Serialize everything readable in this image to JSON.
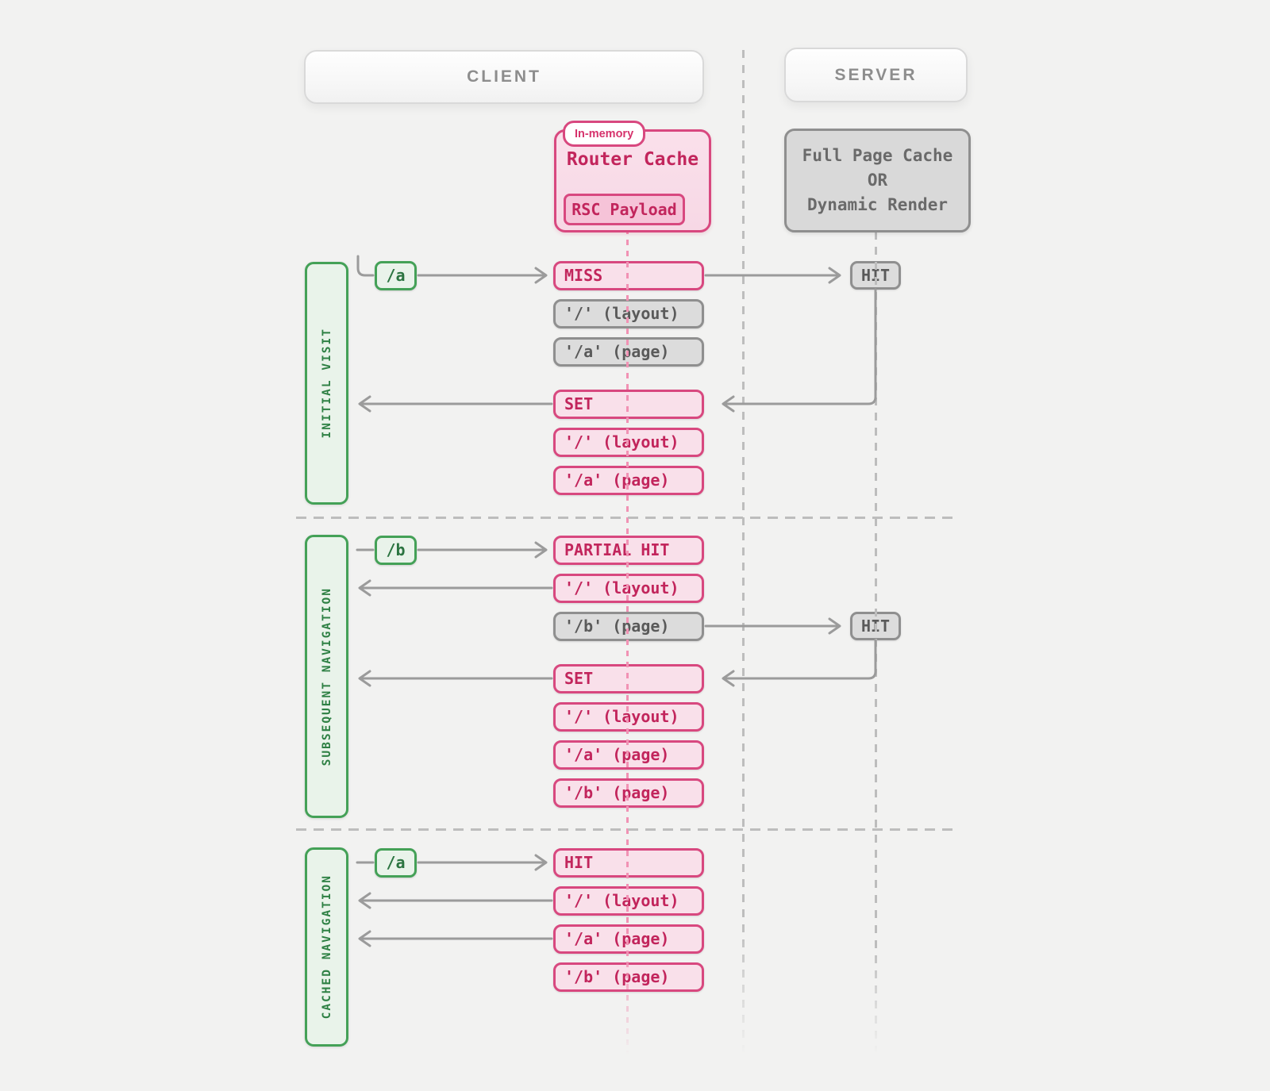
{
  "colors": {
    "bg": "#f2f2f1",
    "pink_border": "#d8487f",
    "pink_fill": "#f9e0ea",
    "pink_deep_fill": "#f6c3d8",
    "pink_text": "#c2255c",
    "gray_border": "#8f8f8f",
    "gray_fill": "#dcdcdc",
    "gray_text": "#5a5a5a",
    "green_border": "#44a157",
    "green_fill": "#e9f3ea",
    "green_text": "#2e8044",
    "header_text": "#8d8d8d",
    "line": "#9b9b9b",
    "dash_gray": "#bdbdbd",
    "dash_pink": "#f192b4"
  },
  "header": {
    "client": "CLIENT",
    "server": "SERVER"
  },
  "client_cache": {
    "badge": "In-memory",
    "title": "Router Cache",
    "payload": "RSC Payload"
  },
  "server_store": {
    "lines": [
      "Full Page Cache",
      "OR",
      "Dynamic Render"
    ]
  },
  "server_hit_label": "HIT",
  "sections": [
    {
      "label": "INITIAL VISIT",
      "route": "/a",
      "connector": "hook",
      "rows": [
        {
          "text": "MISS",
          "variant": "pink",
          "from_badge": true,
          "to_server": true
        },
        {
          "text": "'/' (layout)",
          "variant": "gray"
        },
        {
          "text": "'/a' (page)",
          "variant": "gray"
        },
        {
          "text": "SET",
          "variant": "pink",
          "arrow_left": true,
          "gap_before": true,
          "server_return": true
        },
        {
          "text": "'/' (layout)",
          "variant": "pink"
        },
        {
          "text": "'/a' (page)",
          "variant": "pink"
        }
      ]
    },
    {
      "label": "SUBSEQUENT NAVIGATION",
      "route": "/b",
      "connector": "stub",
      "rows": [
        {
          "text": "PARTIAL HIT",
          "variant": "pink",
          "from_badge": true
        },
        {
          "text": "'/' (layout)",
          "variant": "pink",
          "arrow_left": true
        },
        {
          "text": "'/b' (page)",
          "variant": "gray",
          "to_server": true
        },
        {
          "text": "SET",
          "variant": "pink",
          "arrow_left": true,
          "gap_before": true,
          "server_return": true
        },
        {
          "text": "'/' (layout)",
          "variant": "pink"
        },
        {
          "text": "'/a' (page)",
          "variant": "pink"
        },
        {
          "text": "'/b' (page)",
          "variant": "pink"
        }
      ]
    },
    {
      "label": "CACHED NAVIGATION",
      "route": "/a",
      "connector": "stub",
      "rows": [
        {
          "text": "HIT",
          "variant": "pink",
          "from_badge": true
        },
        {
          "text": "'/' (layout)",
          "variant": "pink",
          "arrow_left": true
        },
        {
          "text": "'/a' (page)",
          "variant": "pink",
          "arrow_left": true
        },
        {
          "text": "'/b' (page)",
          "variant": "pink"
        }
      ]
    }
  ]
}
